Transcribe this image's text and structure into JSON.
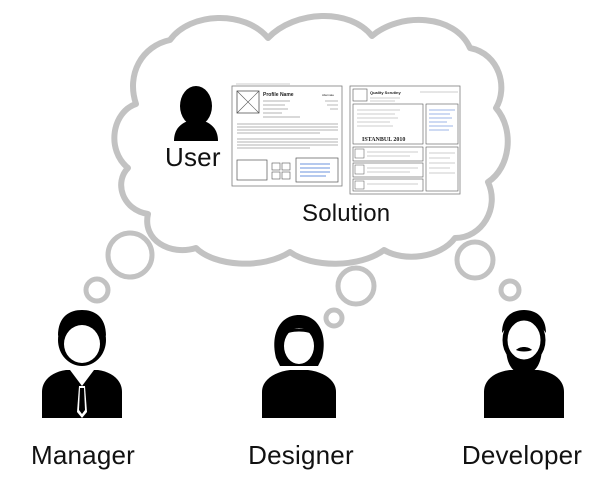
{
  "labels": {
    "user": "User",
    "solution": "Solution",
    "manager": "Manager",
    "designer": "Designer",
    "developer": "Developer"
  },
  "mockups": {
    "left": {
      "header": "Profile Name",
      "header_right": "Alternate"
    },
    "right": {
      "header": "Quality Scrutiny",
      "banner": "ISTANBUL 2010"
    }
  },
  "colors": {
    "outline": "#bdbdbd",
    "figure": "#000000",
    "text": "#111111"
  },
  "icons": [
    "user-icon",
    "manager-icon",
    "designer-icon",
    "developer-icon"
  ]
}
